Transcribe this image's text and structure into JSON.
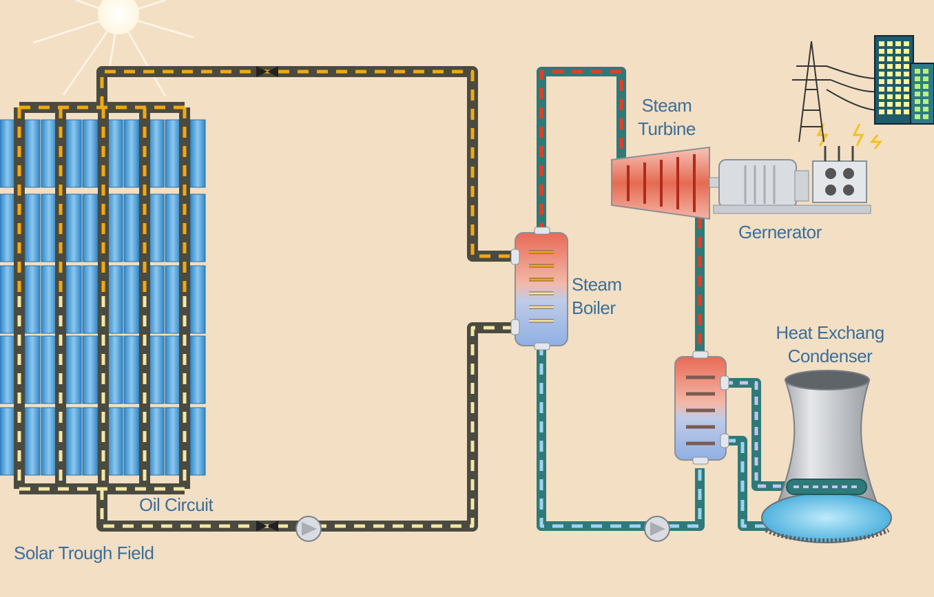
{
  "labels": {
    "steam_turbine_line1": "Steam",
    "steam_turbine_line2": "Turbine",
    "generator": "Gernerator",
    "steam_boiler_line1": "Steam",
    "steam_boiler_line2": "Boiler",
    "heat_exchang_line1": "Heat Exchang",
    "heat_exchang_line2": "Condenser",
    "oil_circuit": "Oil Circuit",
    "solar_trough_field": "Solar Trough Field"
  },
  "colors": {
    "background": "#f2dfc4",
    "oil_pipe": "#4a4a40",
    "oil_hot": "#f2a90f",
    "oil_cold": "#f3e7a6",
    "water_pipe": "#2e7a78",
    "steam_dash": "#e53d26",
    "water_dash": "#9fd3f2",
    "condenser_dash": "#c9c3f0",
    "label": "#3b6e99",
    "mirror": "#4fa3db"
  },
  "icons": [
    "sun-icon",
    "solar-mirror-panels",
    "steam-turbine",
    "generator",
    "transformer",
    "power-pylon",
    "city-building",
    "steam-boiler",
    "heat-exchanger-condenser",
    "cooling-tower",
    "pump",
    "valve"
  ]
}
